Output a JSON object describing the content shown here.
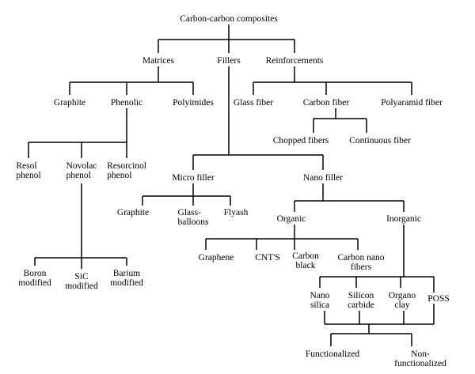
{
  "diagram": {
    "root": "Carbon-carbon composites",
    "level1": {
      "matrices": "Matrices",
      "fillers": "Fillers",
      "reinforcements": "Reinforcements"
    },
    "matrices": {
      "graphite": "Graphite",
      "phenolic": "Phenolic",
      "polyimides": "Polyimides"
    },
    "phenolic": {
      "resol": "Resol\nphenol",
      "novolac": "Novolac\nphenol",
      "resorcinol": "Resorcinol\nphenol"
    },
    "novolac": {
      "boron": "Boron\nmodified",
      "sic": "SiC\nmodified",
      "barium": "Barium\nmodified"
    },
    "reinforcements": {
      "glass": "Glass fiber",
      "carbon": "Carbon fiber",
      "polyaramid": "Polyaramid fiber"
    },
    "carbon_fiber": {
      "chopped": "Chopped fibers",
      "continuous": "Continuous fiber"
    },
    "fillers": {
      "micro": "Micro filler",
      "nano": "Nano filler"
    },
    "micro": {
      "graphite": "Graphite",
      "glass_balloons": "Glass-\nballoons",
      "flyash": "Flyash"
    },
    "nano": {
      "organic": "Organic",
      "inorganic": "Inorganic"
    },
    "organic": {
      "graphene": "Graphene",
      "cnts": "CNT'S",
      "carbon_black": "Carbon\nblack",
      "carbon_nano": "Carbon nano\nfibers"
    },
    "inorganic": {
      "nano_silica": "Nano\nsilica",
      "silicon_carbide": "Silicon\ncarbide",
      "organo_clay": "Organo\nclay",
      "poss": "POSS"
    },
    "functionalization": {
      "functionalized": "Functionalized",
      "non_functionalized": "Non-functionalized"
    }
  }
}
